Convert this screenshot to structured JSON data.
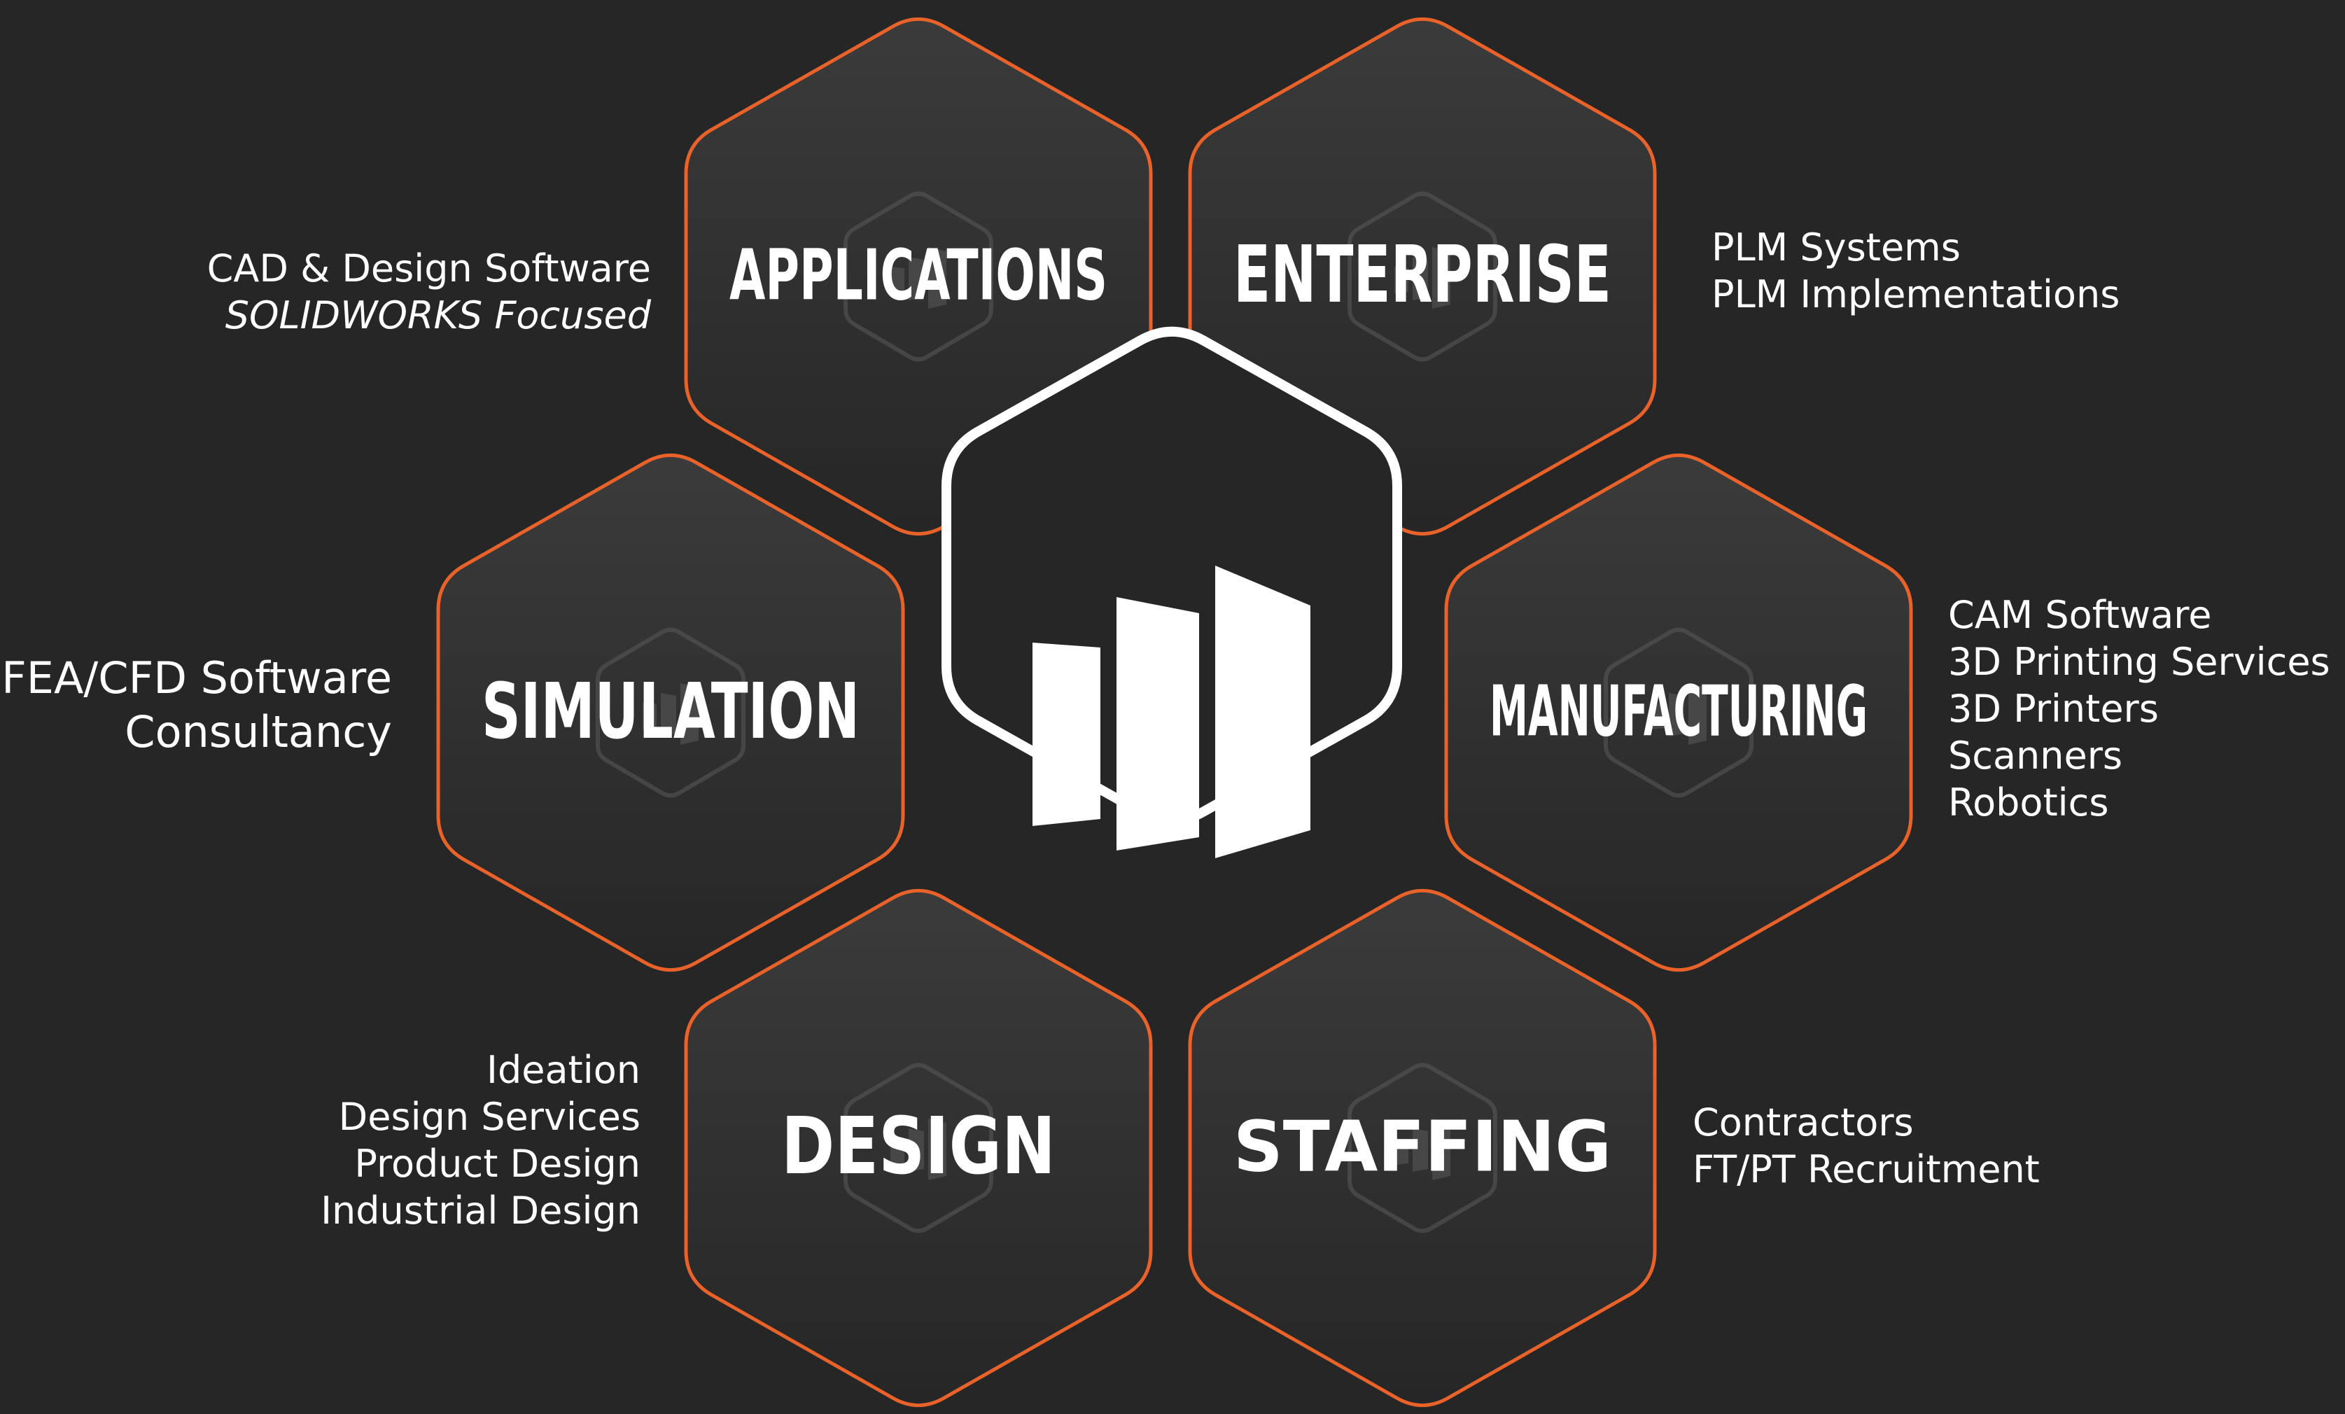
{
  "colors": {
    "background": "#262626",
    "hex_fill_top": "#3a3a3a",
    "hex_fill_bottom": "#262626",
    "hex_stroke": "#e8622a",
    "center_stroke": "#ffffff",
    "watermark": "#5a5a5a",
    "text": "#ffffff"
  },
  "center": {
    "logo_icon": "bar-chart-logo-icon"
  },
  "hexagons": [
    {
      "id": "applications",
      "title": "APPLICATIONS",
      "description": [
        "CAD & Design Software"
      ],
      "description_italic": [
        "SOLIDWORKS Focused"
      ]
    },
    {
      "id": "enterprise",
      "title": "ENTERPRISE",
      "description": [
        "PLM Systems",
        "PLM Implementations"
      ],
      "description_italic": []
    },
    {
      "id": "simulation",
      "title": "SIMULATION",
      "description": [
        "FEA/CFD Software",
        "Consultancy"
      ],
      "description_italic": []
    },
    {
      "id": "manufacturing",
      "title": "MANUFACTURING",
      "description": [
        "CAM Software",
        "3D Printing Services",
        "3D Printers",
        "Scanners",
        "Robotics"
      ],
      "description_italic": []
    },
    {
      "id": "design",
      "title": "DESIGN",
      "description": [
        "Ideation",
        "Design Services",
        "Product Design",
        "Industrial Design"
      ],
      "description_italic": []
    },
    {
      "id": "staffing",
      "title": "STAFFING",
      "description": [
        "Contractors",
        "FT/PT Recruitment"
      ],
      "description_italic": []
    }
  ]
}
